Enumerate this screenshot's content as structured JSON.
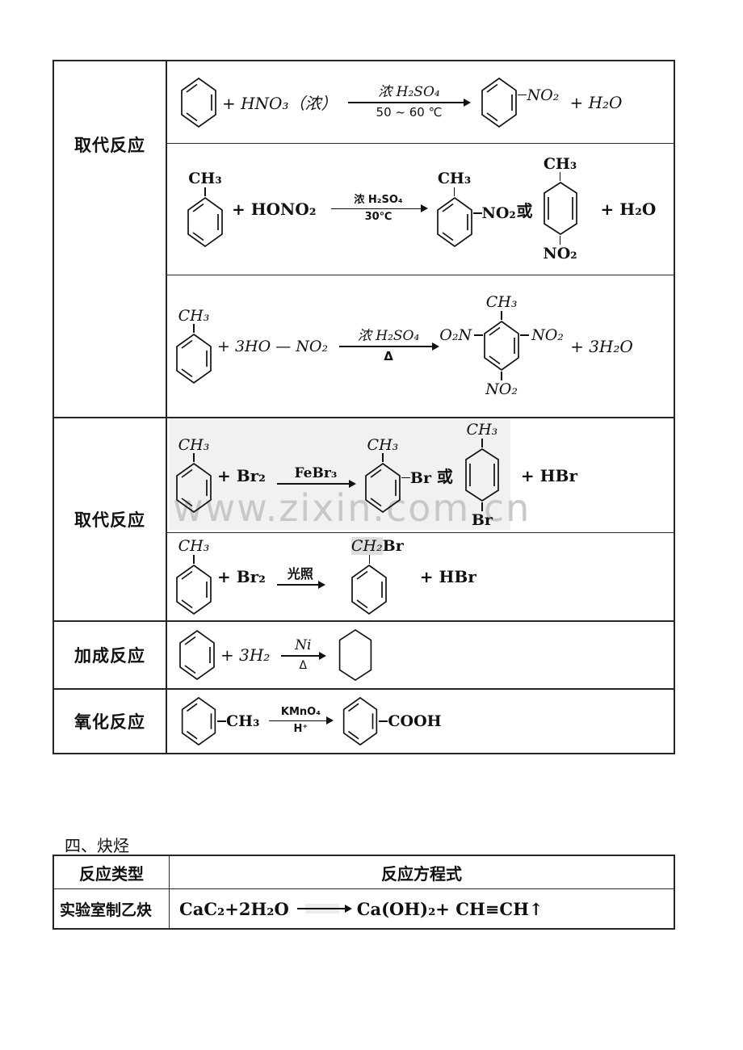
{
  "colors": {
    "watermark": "#c8c8c8",
    "highlight_block": "#f1f1f1",
    "methyl_highlight": "#dedede",
    "border": "#262626"
  },
  "watermark": "www.zixin.com.cn",
  "left_labels": {
    "substitution": "取代反应",
    "addition": "加成反应",
    "oxidation": "氧化反应"
  },
  "row1": {
    "reagent": "+ HNO₃（浓）",
    "cond_top": "浓 H₂SO₄",
    "cond_bottom": "50 ~ 60 ℃",
    "product_group": "NO₂",
    "tail": "+ H₂O"
  },
  "row2": {
    "methyl": "CH₃",
    "reagent": "+  HONO₂",
    "cond_top": "浓 H₂SO₄",
    "cond_bottom": "30℃",
    "group": "NO₂",
    "or": "或",
    "tail": "+  H₂O"
  },
  "row3": {
    "methyl": "CH₃",
    "reagent": "+ 3HO — NO₂",
    "cond_top": "浓 H₂SO₄",
    "cond_bottom": "Δ",
    "left_group": "O₂N",
    "right_group": "NO₂",
    "bottom_group": "NO₂",
    "tail": "+ 3H₂O"
  },
  "row4": {
    "methyl": "CH₃",
    "reagent": "+ Br₂",
    "cond_top": "FeBr₃",
    "group": "Br",
    "or": "或",
    "tail": "+ HBr"
  },
  "row5": {
    "methyl": "CH₃",
    "reagent": "+ Br₂",
    "cond_top": "光照",
    "benzyl_highlight": "CH₂",
    "benzyl_rest": "Br",
    "tail": "+ HBr"
  },
  "row6": {
    "reagent": "+ 3H₂",
    "cond_top": "Ni",
    "cond_bottom": "Δ"
  },
  "row7": {
    "group1": "CH₃",
    "cond_top": "KMnO₄",
    "cond_bottom": "H⁺",
    "group2": "COOH"
  },
  "section4": {
    "heading": "四、炔烃",
    "header_type": "反应类型",
    "header_equation": "反应方程式",
    "row_type": "实验室制乙炔",
    "eq_left": "CaC₂+2H₂O",
    "eq_right": "Ca(OH)₂+ CH≡CH↑"
  }
}
